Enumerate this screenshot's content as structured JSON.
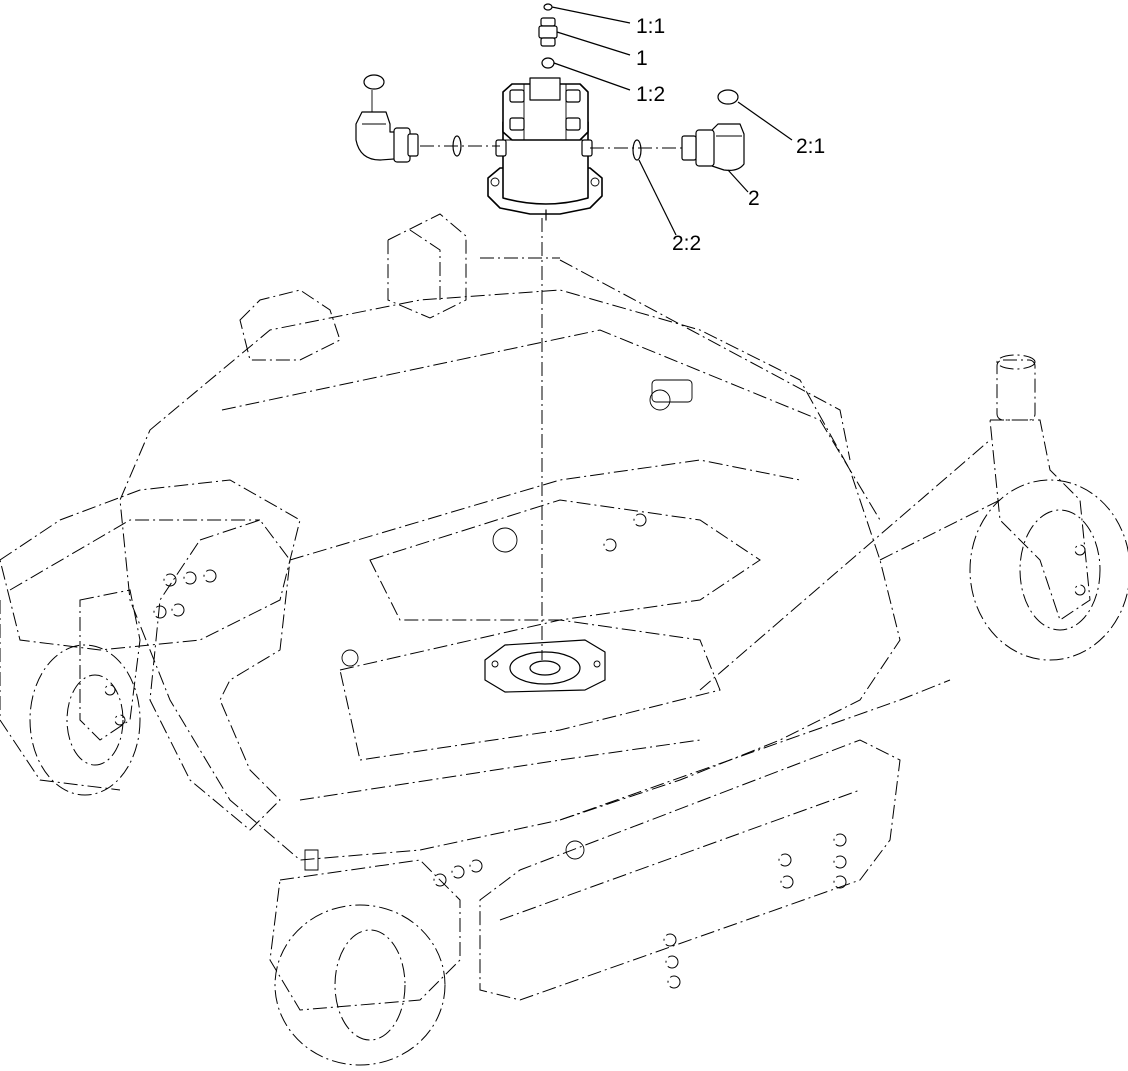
{
  "callouts": {
    "c1_1": "1:1",
    "c1": "1",
    "c1_2": "1:2",
    "c2_1": "2:1",
    "c2": "2",
    "c2_2": "2:2"
  }
}
